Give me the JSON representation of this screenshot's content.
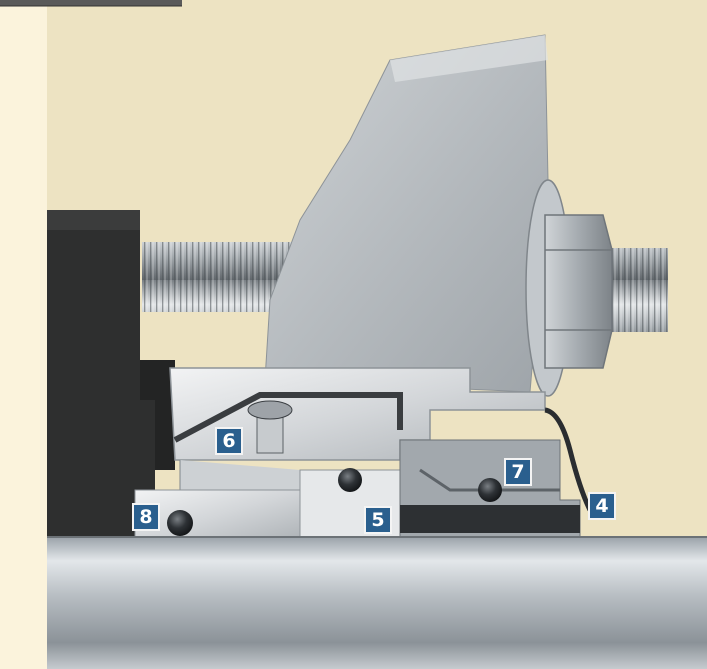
{
  "callouts": {
    "c4": "4",
    "c5": "5",
    "c6": "6",
    "c7": "7",
    "c8": "8"
  },
  "colors": {
    "background": "#ede3c2",
    "left_panel": "#fbf3dc",
    "callout_fill": "#2a5f8e",
    "metal_light": "#d4d7da",
    "metal_dark": "#8a9096",
    "rubber": "#2b2b2b"
  }
}
